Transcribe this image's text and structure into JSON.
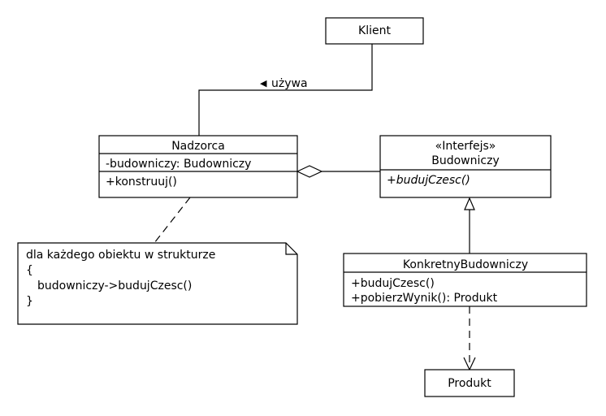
{
  "klient": {
    "name": "Klient"
  },
  "association": {
    "label": "używa",
    "arrow": "◀"
  },
  "nadzorca": {
    "name": "Nadzorca",
    "attribute": "-budowniczy: Budowniczy",
    "operation": "+konstruuj()"
  },
  "budowniczy": {
    "stereotype": "«Interfejs»",
    "name": "Budowniczy",
    "operation": "+budujCzesc()"
  },
  "konkretny": {
    "name": "KonkretnyBudowniczy",
    "operations": [
      "+budujCzesc()",
      "+pobierzWynik(): Produkt"
    ]
  },
  "produkt": {
    "name": "Produkt"
  },
  "note": {
    "lines": [
      "dla każdego obiektu w strukturze",
      "{",
      "budowniczy->budujCzesc()",
      "}"
    ]
  }
}
